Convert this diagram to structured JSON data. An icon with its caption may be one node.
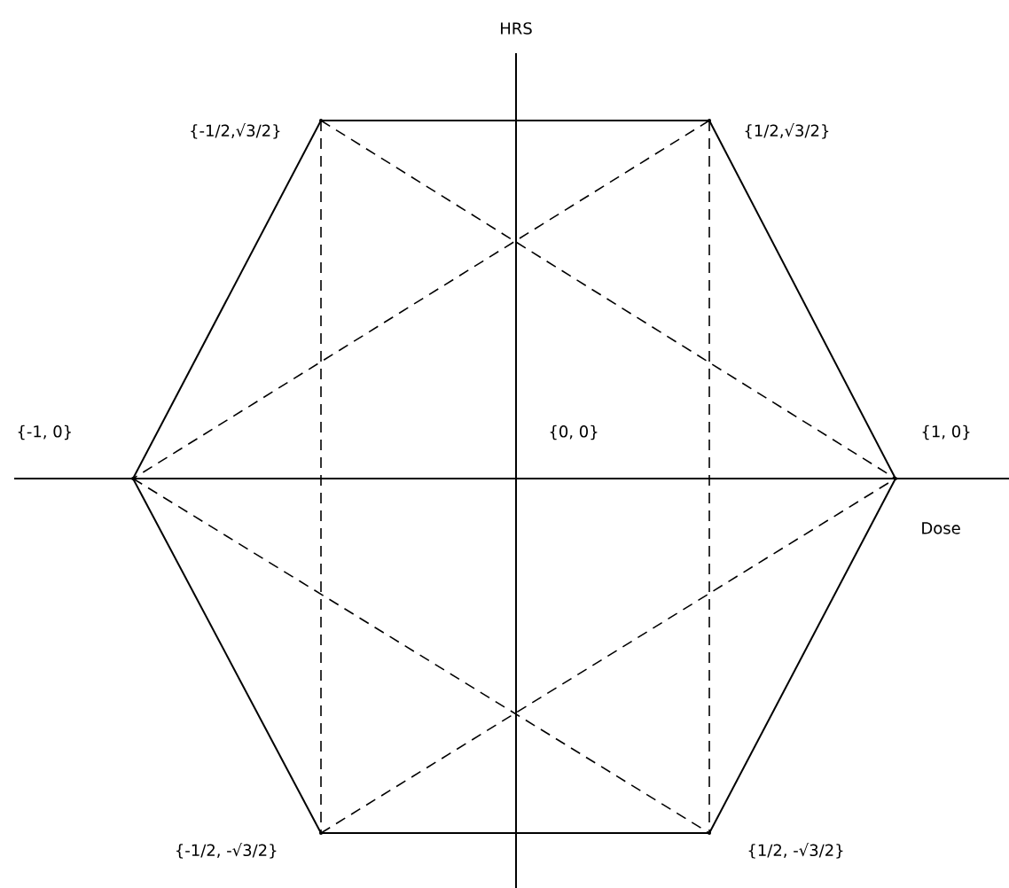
{
  "diagram": {
    "nodes": [
      {
        "text": [
          "{-1/2,√3/2}"
        ]
      },
      {
        "text": [
          "{1/2,√3/2}"
        ]
      },
      {
        "text": [
          "{-1, 0}"
        ]
      },
      {
        "text": [
          "{1, 0}"
        ]
      },
      {
        "text": [
          "{-1/2, -√3/2}"
        ]
      },
      {
        "text": [
          "{1/2, -√3/2}"
        ]
      }
    ],
    "edges": [
      {
        "from": 0,
        "to": 1,
        "arrow": "none"
      },
      {
        "from": 1,
        "to": 3,
        "arrow": "none"
      },
      {
        "from": 3,
        "to": 5,
        "arrow": "none"
      },
      {
        "from": 5,
        "to": 4,
        "arrow": "none"
      },
      {
        "from": 4,
        "to": 2,
        "arrow": "none"
      },
      {
        "from": 2,
        "to": 0,
        "arrow": "none"
      },
      {
        "from": 0,
        "to": 4,
        "arrow": "none",
        "style": "dashed"
      },
      {
        "from": 1,
        "to": 5,
        "arrow": "none",
        "style": "dashed"
      },
      {
        "from": 0,
        "to": 3,
        "arrow": "none",
        "style": "dashed"
      },
      {
        "from": 1,
        "to": 2,
        "arrow": "none",
        "style": "dashed"
      },
      {
        "from": 2,
        "to": 5,
        "arrow": "none",
        "style": "dashed"
      },
      {
        "from": 4,
        "to": 3,
        "arrow": "none",
        "style": "dashed"
      }
    ],
    "labels": [
      "HRS",
      "{0, 0}",
      "Dose"
    ]
  }
}
